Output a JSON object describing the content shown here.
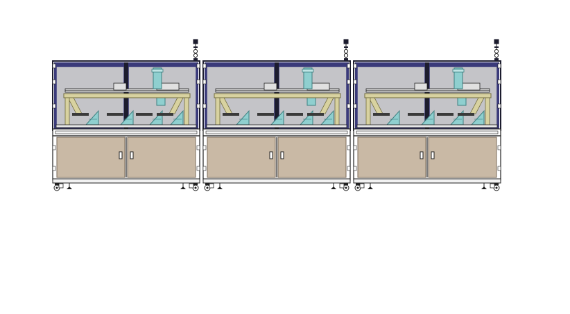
{
  "drawing": {
    "units": [
      {
        "label": "machine-unit-1"
      },
      {
        "label": "machine-unit-2"
      },
      {
        "label": "machine-unit-3"
      }
    ],
    "colors": {
      "background": "#ffffff",
      "frame": "#1c1c2e",
      "frame_blue": "#3a3a7a",
      "glass": "#c4c4c8",
      "glass_dark": "#9a9aa0",
      "gantry": "#d8d2a0",
      "gantry_line": "#6f6a3c",
      "teal": "#8fcfcf",
      "teal_line": "#3c7f80",
      "cabinet": "#c9b9a5",
      "cabinet_line": "#7a6a58",
      "base": "#f2f2f2",
      "line": "#202020"
    },
    "icons": [
      "signal-tower-icon",
      "caster-wheel-icon",
      "leveling-foot-icon",
      "door-handle-icon"
    ]
  }
}
